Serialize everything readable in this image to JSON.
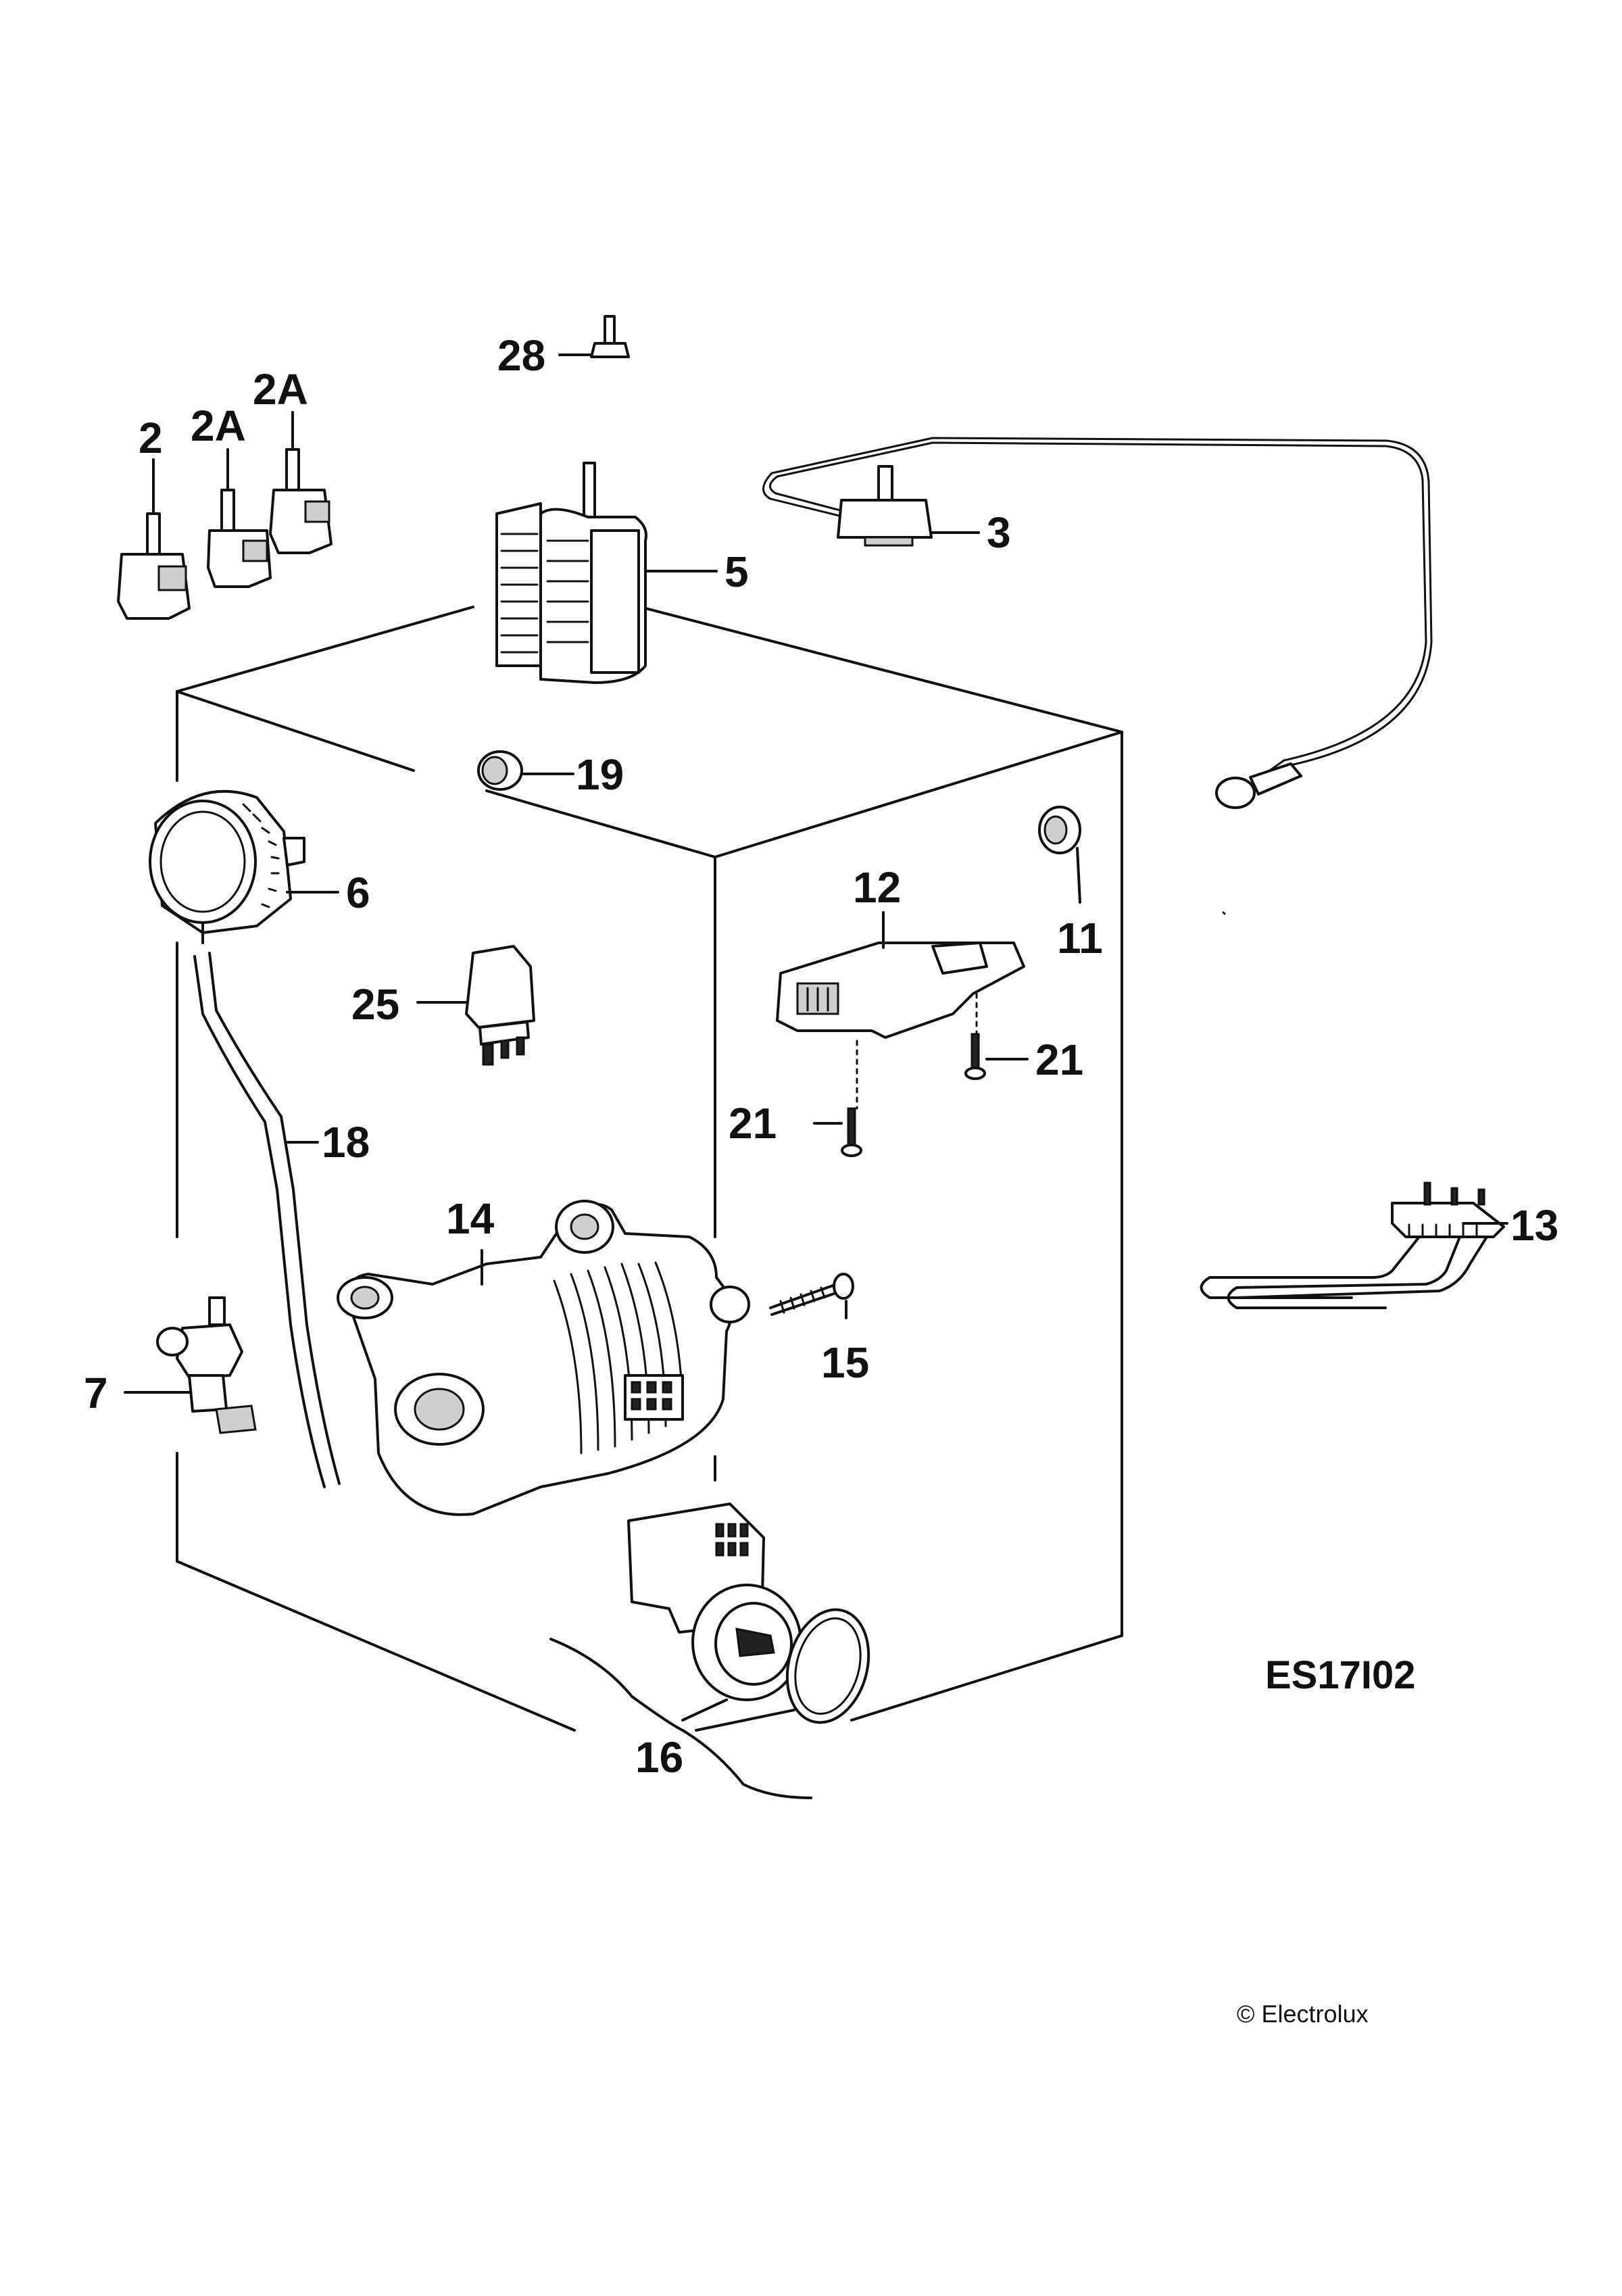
{
  "diagram": {
    "reference_code": "ES17I02",
    "copyright": "© Electrolux",
    "part_labels": {
      "p28": "28",
      "p2": "2",
      "p2a_1": "2A",
      "p2a_2": "2A",
      "p3": "3",
      "p5": "5",
      "p19": "19",
      "p6": "6",
      "p12": "12",
      "p11": "11",
      "p25": "25",
      "p21_a": "21",
      "p21_b": "21",
      "p18": "18",
      "p13": "13",
      "p14": "14",
      "p15": "15",
      "p7": "7",
      "p16": "16"
    }
  }
}
